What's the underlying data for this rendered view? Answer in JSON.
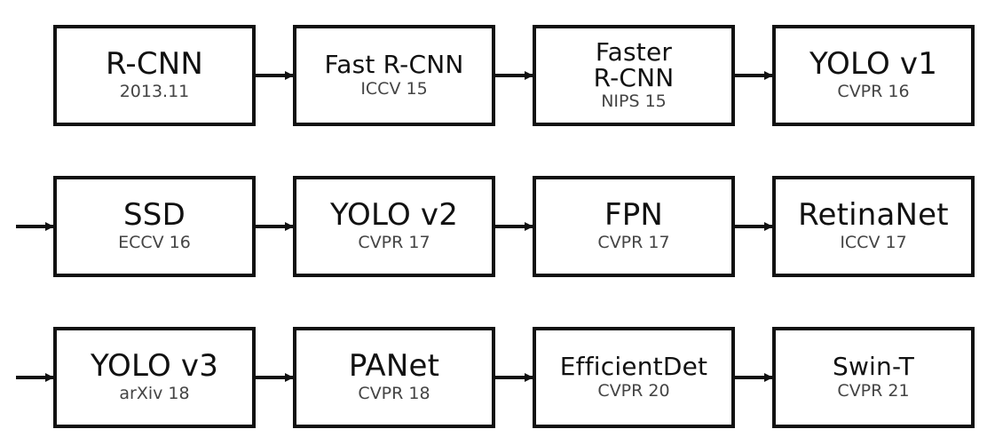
{
  "nodes": [
    {
      "id": "rcnn",
      "title": "R-CNN",
      "subtitle": "2013.11"
    },
    {
      "id": "fast-rcnn",
      "title": "Fast R-CNN",
      "subtitle": "ICCV 15"
    },
    {
      "id": "faster-rcnn",
      "title_lines": [
        "Faster",
        "R-CNN"
      ],
      "subtitle": "NIPS 15"
    },
    {
      "id": "yolo-v1",
      "title": "YOLO v1",
      "subtitle": "CVPR 16"
    },
    {
      "id": "ssd",
      "title": "SSD",
      "subtitle": "ECCV 16"
    },
    {
      "id": "yolo-v2",
      "title": "YOLO v2",
      "subtitle": "CVPR 17"
    },
    {
      "id": "fpn",
      "title": "FPN",
      "subtitle": "CVPR 17"
    },
    {
      "id": "retinanet",
      "title": "RetinaNet",
      "subtitle": "ICCV 17"
    },
    {
      "id": "yolo-v3",
      "title": "YOLO v3",
      "subtitle": "arXiv 18"
    },
    {
      "id": "panet",
      "title": "PANet",
      "subtitle": "CVPR 18"
    },
    {
      "id": "efficientdet",
      "title": "EfficientDet",
      "subtitle": "CVPR 20"
    },
    {
      "id": "swin-t",
      "title": "Swin-T",
      "subtitle": "CVPR 21"
    }
  ],
  "edges": [
    [
      "rcnn",
      "fast-rcnn"
    ],
    [
      "fast-rcnn",
      "faster-rcnn"
    ],
    [
      "faster-rcnn",
      "yolo-v1"
    ],
    [
      "yolo-v1",
      "ssd"
    ],
    [
      "ssd",
      "yolo-v2"
    ],
    [
      "yolo-v2",
      "fpn"
    ],
    [
      "fpn",
      "retinanet"
    ],
    [
      "retinanet",
      "yolo-v3"
    ],
    [
      "yolo-v3",
      "panet"
    ],
    [
      "panet",
      "efficientdet"
    ],
    [
      "efficientdet",
      "swin-t"
    ]
  ]
}
